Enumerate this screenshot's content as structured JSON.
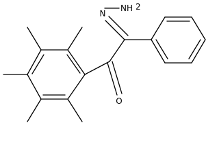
{
  "molecule": {
    "labels": {
      "hydrazone_nitrogen": "N",
      "amine": "NH",
      "amine_subscript": "2",
      "carbonyl_oxygen": "O"
    },
    "colors": {
      "bond": "#000000",
      "label": "#000000",
      "background": "#ffffff"
    }
  }
}
